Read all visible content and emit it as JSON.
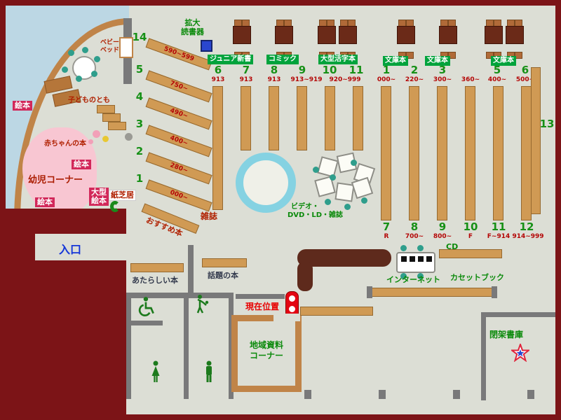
{
  "palette": {
    "floor": "#dcded5",
    "wall_maroon": "#7c1417",
    "shelf_tan": "#d09a54",
    "badge_green": "#00a33c",
    "number_green": "#169016",
    "range_red": "#b40606",
    "entrance_blue": "#1536d8",
    "current_red": "#e30613",
    "window_blue": "#bcd7e4",
    "pink_area": "#f8c6d2"
  },
  "labels": {
    "magnifier_l1": "拡大",
    "magnifier_l2": "読書器",
    "entrance": "入口",
    "magazines": "雑誌",
    "video_l1": "ビデオ・",
    "video_l2": "DVD・LD・雑誌",
    "new_books": "あたらしい本",
    "topic_books": "話題の本",
    "current_location": "現在位置",
    "internet": "インターネット",
    "cd": "CD",
    "cassette_book": "カセットブック",
    "local_l1": "地域資料",
    "local_l2": "コーナー",
    "closed_stacks": "閉架書庫",
    "recommend": "おすすめ本",
    "shelf13": "13"
  },
  "children": {
    "ehon_1": "絵本",
    "ehon_2": "絵本",
    "ehon_3": "絵本",
    "baby_books": "赤ちゃんの本",
    "toddler_corner": "幼児コーナー",
    "kodomo_no_tomo": "子どものとも",
    "baby_bed_l1": "ベビー",
    "baby_bed_l2": "ベッド",
    "large_ehon_l1": "大型",
    "large_ehon_l2": "絵本",
    "kamishibai": "紙芝居"
  },
  "diagonal_shelves": [
    {
      "n": "14",
      "r": "590~599"
    },
    {
      "n": "5",
      "r": "750~"
    },
    {
      "n": "4",
      "r": "490~"
    },
    {
      "n": "3",
      "r": "400~"
    },
    {
      "n": "2",
      "r": "280~"
    },
    {
      "n": "1",
      "r": "000~"
    }
  ],
  "genre_badges": [
    "ジュニア新書",
    "コミック",
    "大型活字本",
    "文庫本",
    "文庫本",
    "文庫本"
  ],
  "left_stacks": [
    {
      "n": "6",
      "r": "913"
    },
    {
      "n": "7",
      "r": "913"
    },
    {
      "n": "8",
      "r": "913"
    },
    {
      "n": "9",
      "r": "913~919"
    },
    {
      "n": "10",
      "r": "920~999"
    },
    {
      "n": "11",
      "r": ""
    }
  ],
  "right_stacks_top": [
    {
      "n": "1",
      "r": "000~"
    },
    {
      "n": "2",
      "r": "220~"
    },
    {
      "n": "3",
      "r": "300~"
    },
    {
      "n": "",
      "r": "360~"
    },
    {
      "n": "5",
      "r": "400~"
    },
    {
      "n": "6",
      "r": "500~"
    }
  ],
  "right_stacks_bottom": [
    {
      "n": "7",
      "r": "R"
    },
    {
      "n": "8",
      "r": "700~"
    },
    {
      "n": "9",
      "r": "800~"
    },
    {
      "n": "10",
      "r": "F"
    },
    {
      "n": "11",
      "r": "F~914"
    },
    {
      "n": "12",
      "r": "914~999"
    }
  ]
}
